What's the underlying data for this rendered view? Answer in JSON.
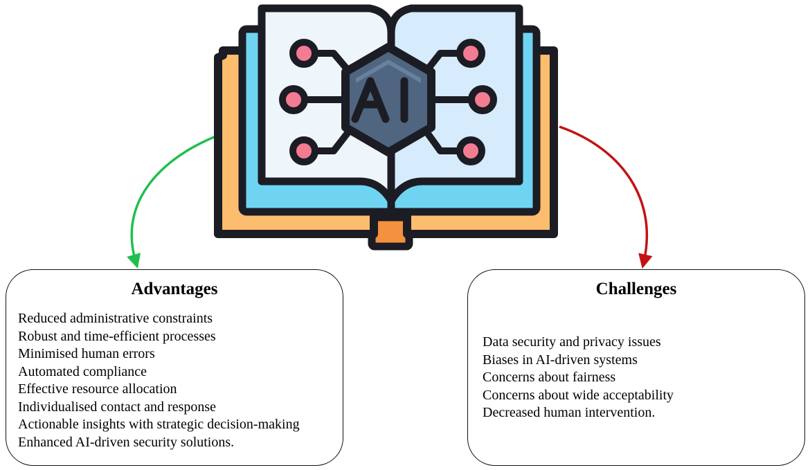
{
  "diagram": {
    "center_icon": {
      "icon": "ai-book-icon",
      "label": "AI"
    },
    "arrows": {
      "advantages": {
        "color": "#1fbf4f"
      },
      "challenges": {
        "color": "#c41212"
      }
    },
    "advantages": {
      "title": "Advantages",
      "items": [
        "Reduced administrative constraints",
        "Robust and time-efficient processes",
        "Minimised human errors",
        "Automated compliance",
        "Effective resource allocation",
        "Individualised contact and response",
        "Actionable insights with strategic decision-making",
        "Enhanced AI-driven security solutions."
      ]
    },
    "challenges": {
      "title": "Challenges",
      "items": [
        "Data security and privacy issues",
        "Biases in AI-driven systems",
        "Concerns about fairness",
        "Concerns about wide acceptability",
        "Decreased human intervention."
      ]
    },
    "colors": {
      "outline": "#1c1c24",
      "cover": "#fdbd6e",
      "page_edge": "#6fd4f2",
      "page_left": "#eef6fc",
      "page_right": "#d6ebfb",
      "hexagon": "#4f6580",
      "node": "#f37c92",
      "bookmark": "#f4913e"
    }
  }
}
